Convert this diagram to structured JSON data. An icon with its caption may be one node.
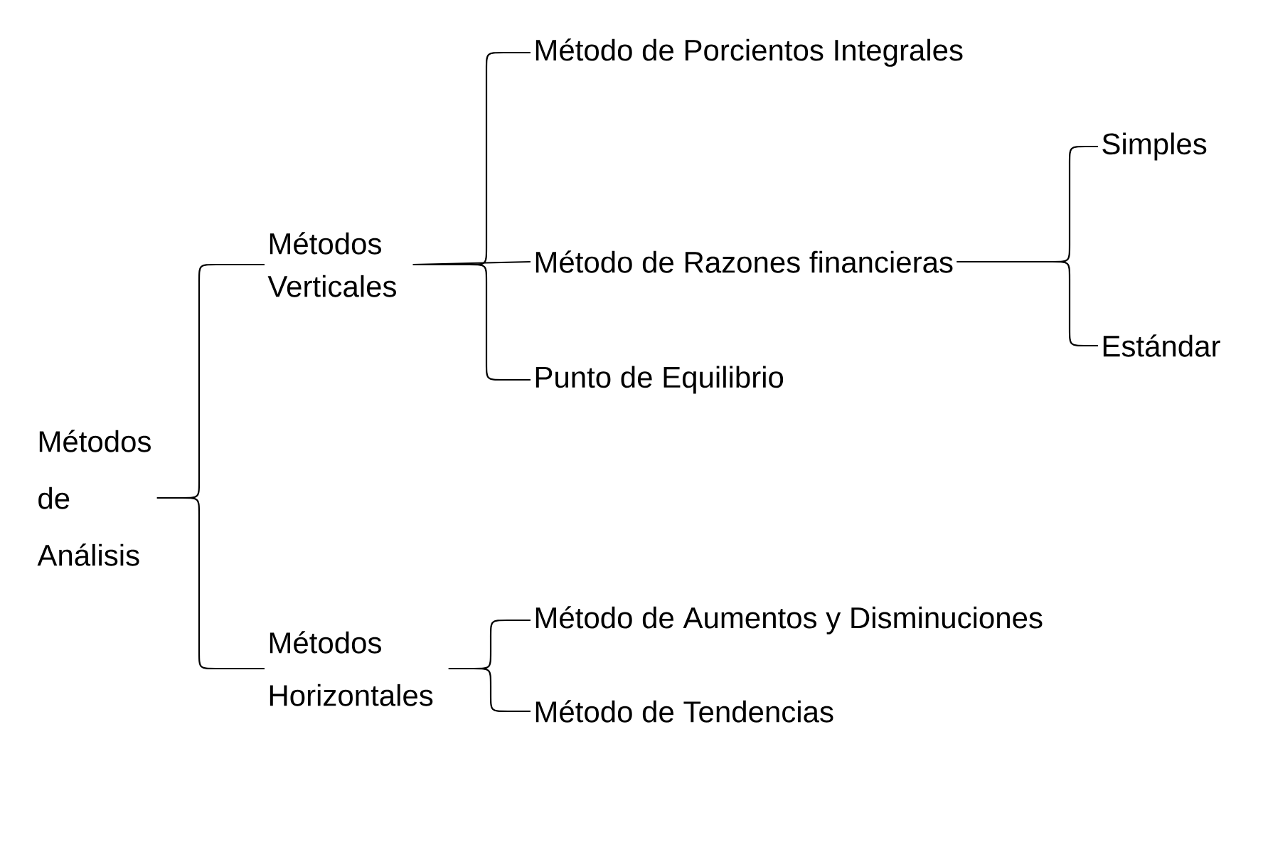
{
  "diagram": {
    "nodes": [
      {
        "text": [
          "Métodos de Análisis"
        ]
      },
      {
        "text": [
          "Métodos Verticales"
        ]
      },
      {
        "text": [
          "Método de Porcientos Integrales"
        ]
      },
      {
        "text": [
          "Método de Razones financieras"
        ]
      },
      {
        "text": [
          "Simples"
        ]
      },
      {
        "text": [
          "Estándar"
        ]
      },
      {
        "text": [
          "Punto de Equilibrio"
        ]
      },
      {
        "text": [
          "Métodos Horizontales"
        ]
      },
      {
        "text": [
          "Método de Aumentos y Disminuciones"
        ]
      },
      {
        "text": [
          "Método de Tendencias"
        ]
      }
    ],
    "edges": [
      {
        "from": 0,
        "to": 1,
        "arrow": "none"
      },
      {
        "from": 0,
        "to": 7,
        "arrow": "none"
      },
      {
        "from": 1,
        "to": 2,
        "arrow": "none"
      },
      {
        "from": 1,
        "to": 3,
        "arrow": "none"
      },
      {
        "from": 1,
        "to": 6,
        "arrow": "none"
      },
      {
        "from": 3,
        "to": 4,
        "arrow": "none"
      },
      {
        "from": 3,
        "to": 5,
        "arrow": "none"
      },
      {
        "from": 7,
        "to": 8,
        "arrow": "none"
      },
      {
        "from": 7,
        "to": 9,
        "arrow": "none"
      }
    ]
  }
}
